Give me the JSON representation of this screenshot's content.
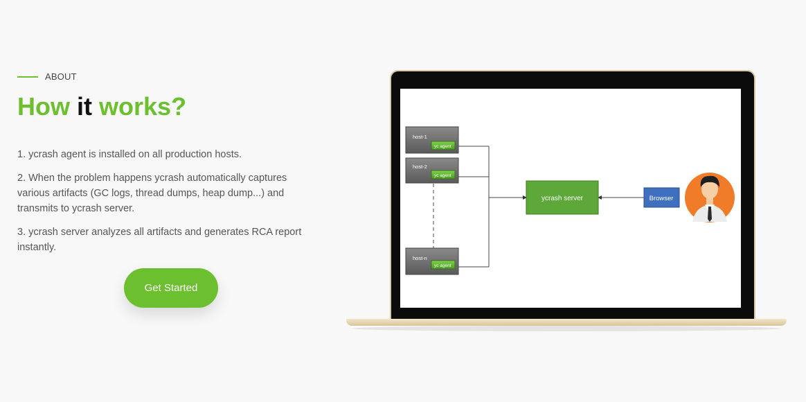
{
  "section": {
    "label": "ABOUT"
  },
  "heading": {
    "part1": "How",
    "part2": "it",
    "part3": "works?"
  },
  "steps": [
    "1. ycrash agent is installed on all production hosts.",
    "2. When the problem happens ycrash automatically captures various artifacts (GC logs, thread dumps, heap dump...) and transmits to ycrash server.",
    "3. ycrash server analyzes all artifacts and generates RCA report instantly."
  ],
  "cta": {
    "label": "Get Started"
  },
  "diagram": {
    "hosts": [
      {
        "name": "host-1",
        "agent": "yc agent"
      },
      {
        "name": "host-2",
        "agent": "yc agent"
      },
      {
        "name": "host-n",
        "agent": "yc agent"
      }
    ],
    "server": "ycrash server",
    "browser": "Browser"
  },
  "colors": {
    "accent": "#6cbf2f",
    "server_box": "#5ea83a",
    "browser_box": "#3f6fbf",
    "avatar_bg": "#f07c2a"
  }
}
